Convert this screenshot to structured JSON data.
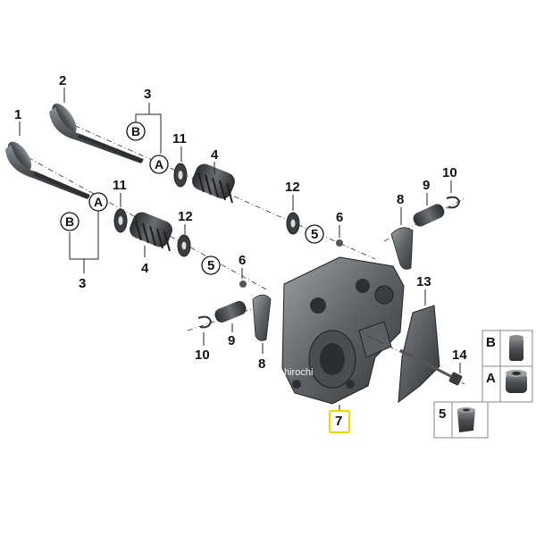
{
  "callouts": {
    "c1": "1",
    "c2": "2",
    "c3_top": "3",
    "c3_bottom": "3",
    "c4_top": "4",
    "c4_bottom": "4",
    "c5_top": "5",
    "c5_bottom": "5",
    "c6_top": "6",
    "c6_bottom": "6",
    "c7": "7",
    "c8_top": "8",
    "c8_bottom": "8",
    "c9_top": "9",
    "c9_bottom": "9",
    "c10_top": "10",
    "c10_bottom": "10",
    "c11_top": "11",
    "c11_bottom": "11",
    "c12_top": "12",
    "c12_bottom": "12",
    "c13": "13",
    "c14": "14"
  },
  "circle_labels": {
    "a_top": "A",
    "b_top": "B",
    "a_bottom": "A",
    "b_bottom": "B"
  },
  "legend": {
    "b": "B",
    "a": "A",
    "five": "5"
  },
  "watermark": "hirochi",
  "colors": {
    "highlight": "#f2d600",
    "part_dark": "#3a3d40",
    "part_mid": "#6f7478",
    "part_light": "#b8bcbf"
  }
}
